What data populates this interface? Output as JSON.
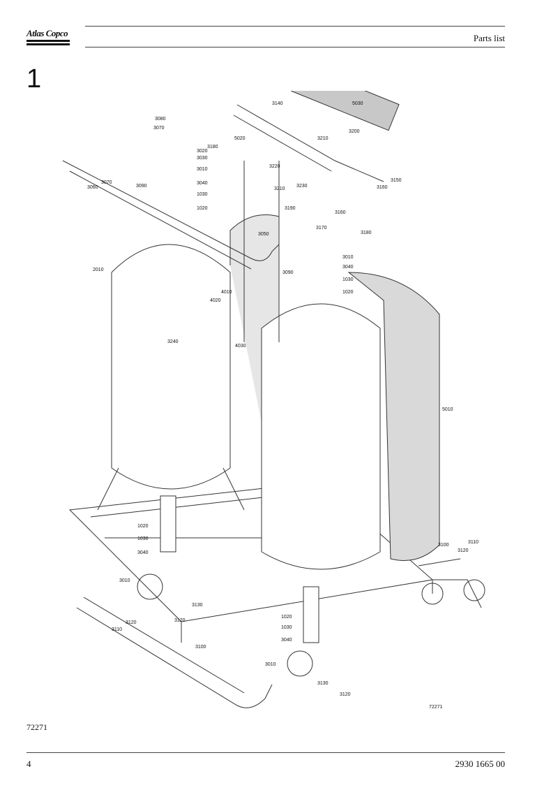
{
  "header": {
    "brand": "Atlas Copco",
    "section_title": "Parts list"
  },
  "figure": {
    "number": "1",
    "drawing_id": "72271",
    "caption_ref": "72271",
    "callouts": [
      "3140",
      "5030",
      "3080",
      "3070",
      "3200",
      "5020",
      "3210",
      "3020",
      "3030",
      "3180",
      "3220",
      "3010",
      "3070",
      "3060",
      "3090",
      "3040",
      "3230",
      "3150",
      "3160",
      "3210",
      "1030",
      "1020",
      "3190",
      "3160",
      "3170",
      "3180",
      "3050",
      "3010",
      "3040",
      "3090",
      "1030",
      "2010",
      "1020",
      "4010",
      "4020",
      "3240",
      "4030",
      "5010",
      "1020",
      "1030",
      "3040",
      "3100",
      "3110",
      "3120",
      "3010",
      "3130",
      "3120",
      "3120",
      "1020",
      "3110",
      "1030",
      "3040",
      "3100",
      "3010",
      "3130",
      "3120"
    ]
  },
  "footer": {
    "page_number": "4",
    "document_number": "2930 1665 00"
  }
}
